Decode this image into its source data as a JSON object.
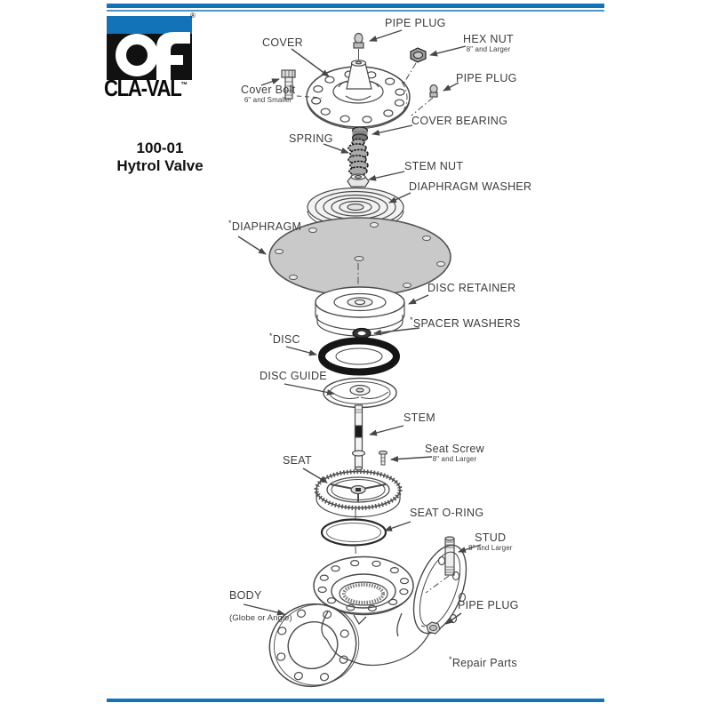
{
  "colors": {
    "accent_blue": "#1273b9",
    "rule_light_blue": "#4f93c9",
    "drawing_line": "#4a4a4a",
    "diaphragm_fill": "#c9c9c9"
  },
  "brand": {
    "logo_name": "cla-val-logo",
    "logo_text": "CLA-VAL",
    "trademark": "™",
    "registered": "®",
    "product_code": "100-01",
    "product_name": "Hytrol Valve"
  },
  "diagram": {
    "footnote_marker": "*",
    "labels": [
      {
        "id": "pipe-plug-top",
        "text": "PIPE PLUG"
      },
      {
        "id": "cover",
        "text": "COVER"
      },
      {
        "id": "hex-nut",
        "text": "HEX  NUT",
        "sub": "8\" and Larger"
      },
      {
        "id": "pipe-plug-upper",
        "text": "PIPE PLUG"
      },
      {
        "id": "cover-bolt",
        "text": "Cover Bolt",
        "sub": "6\" and Smaller"
      },
      {
        "id": "cover-bearing",
        "text": "COVER BEARING"
      },
      {
        "id": "spring",
        "text": "SPRING"
      },
      {
        "id": "stem-nut",
        "text": "STEM NUT"
      },
      {
        "id": "diaphragm-washer",
        "text": "DIAPHRAGM WASHER"
      },
      {
        "id": "diaphragm",
        "star": "*",
        "text": "DIAPHRAGM"
      },
      {
        "id": "disc-retainer",
        "text": "DISC RETAINER"
      },
      {
        "id": "spacer-washers",
        "star": "*",
        "text": "SPACER WASHERS"
      },
      {
        "id": "disc",
        "star": "*",
        "text": "DISC"
      },
      {
        "id": "disc-guide",
        "text": "DISC GUIDE"
      },
      {
        "id": "stem",
        "text": "STEM"
      },
      {
        "id": "seat-screw",
        "text": "Seat Screw",
        "sub": "8\" and Larger"
      },
      {
        "id": "seat",
        "text": "SEAT"
      },
      {
        "id": "seat-o-ring",
        "text": "SEAT O-RING"
      },
      {
        "id": "stud",
        "text": "STUD",
        "sub": "8\" and Larger"
      },
      {
        "id": "body",
        "text": "BODY",
        "sub": "(Globe or Angle)"
      },
      {
        "id": "pipe-plug-body",
        "text": "PIPE PLUG"
      },
      {
        "id": "repair-parts",
        "star": "*",
        "text": "Repair Parts"
      }
    ]
  }
}
